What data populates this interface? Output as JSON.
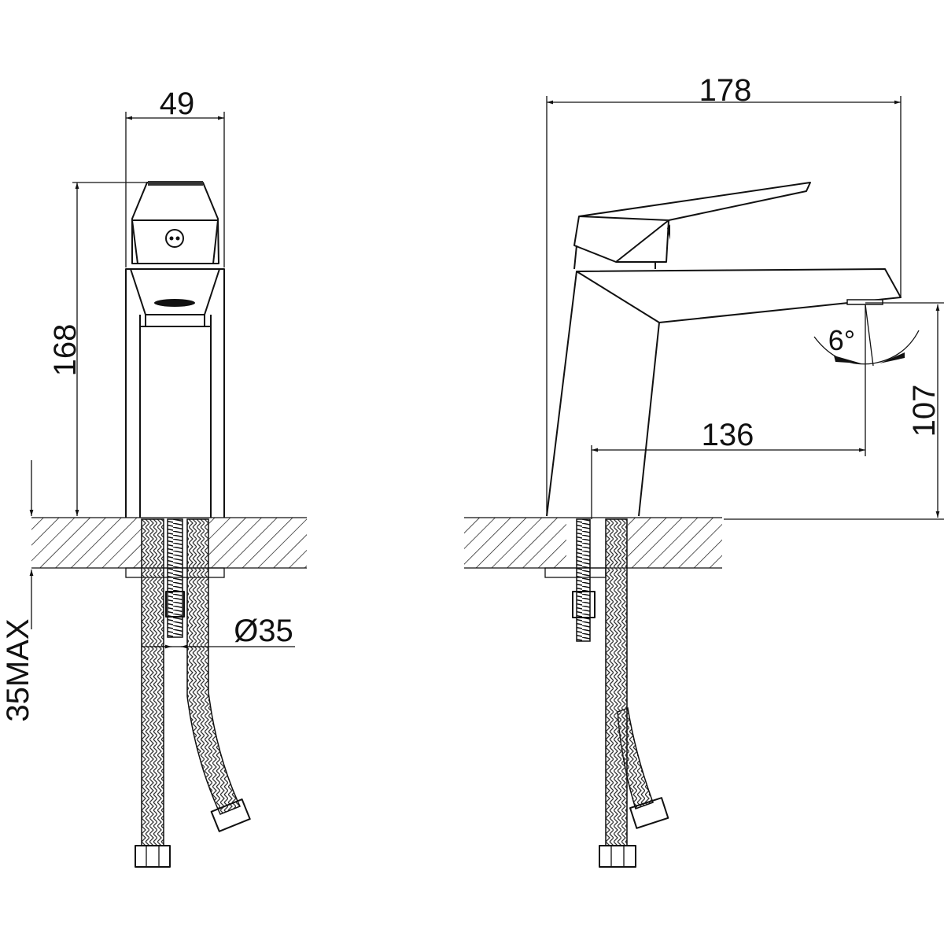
{
  "title": "Basin mixer tap dimension drawing",
  "front_view": {
    "width_label": "49",
    "height_label": "168",
    "deck_thickness_label": "35MAX",
    "hole_diameter_label": "Ø35"
  },
  "side_view": {
    "length_label": "178",
    "reach_label": "136",
    "spout_height_label": "107",
    "swivel_angle_label": "6°"
  },
  "colors": {
    "line": "#111111",
    "background": "#ffffff"
  }
}
